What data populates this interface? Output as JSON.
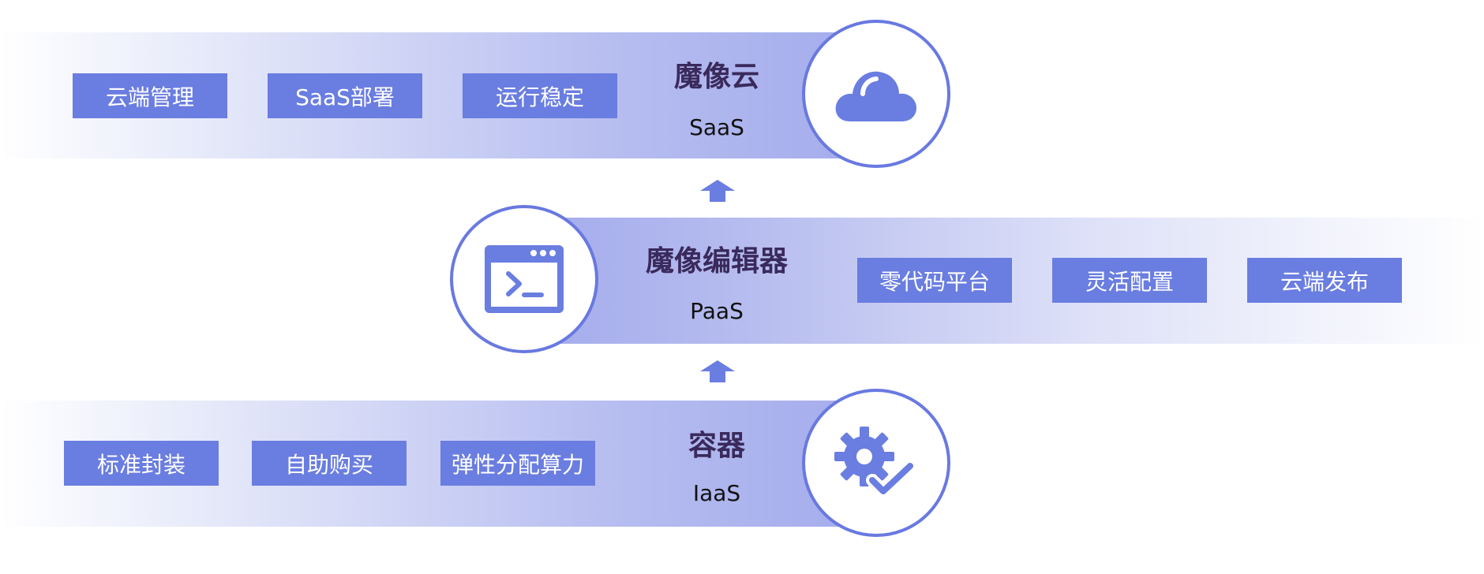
{
  "layers": {
    "saas": {
      "title": "魔像云",
      "subtitle": "SaaS",
      "icon": "cloud-icon",
      "tags": [
        "云端管理",
        "SaaS部署",
        "运行稳定"
      ]
    },
    "paas": {
      "title": "魔像编辑器",
      "subtitle": "PaaS",
      "icon": "terminal-window-icon",
      "tags": [
        "零代码平台",
        "灵活配置",
        "云端发布"
      ]
    },
    "iaas": {
      "title": "容器",
      "subtitle": "IaaS",
      "icon": "gear-check-icon",
      "tags": [
        "标准封装",
        "自助购买",
        "弹性分配算力"
      ]
    }
  },
  "colors": {
    "accent": "#6a7de0",
    "circle_border": "#6979e0",
    "title_text": "#3a2a5c"
  }
}
